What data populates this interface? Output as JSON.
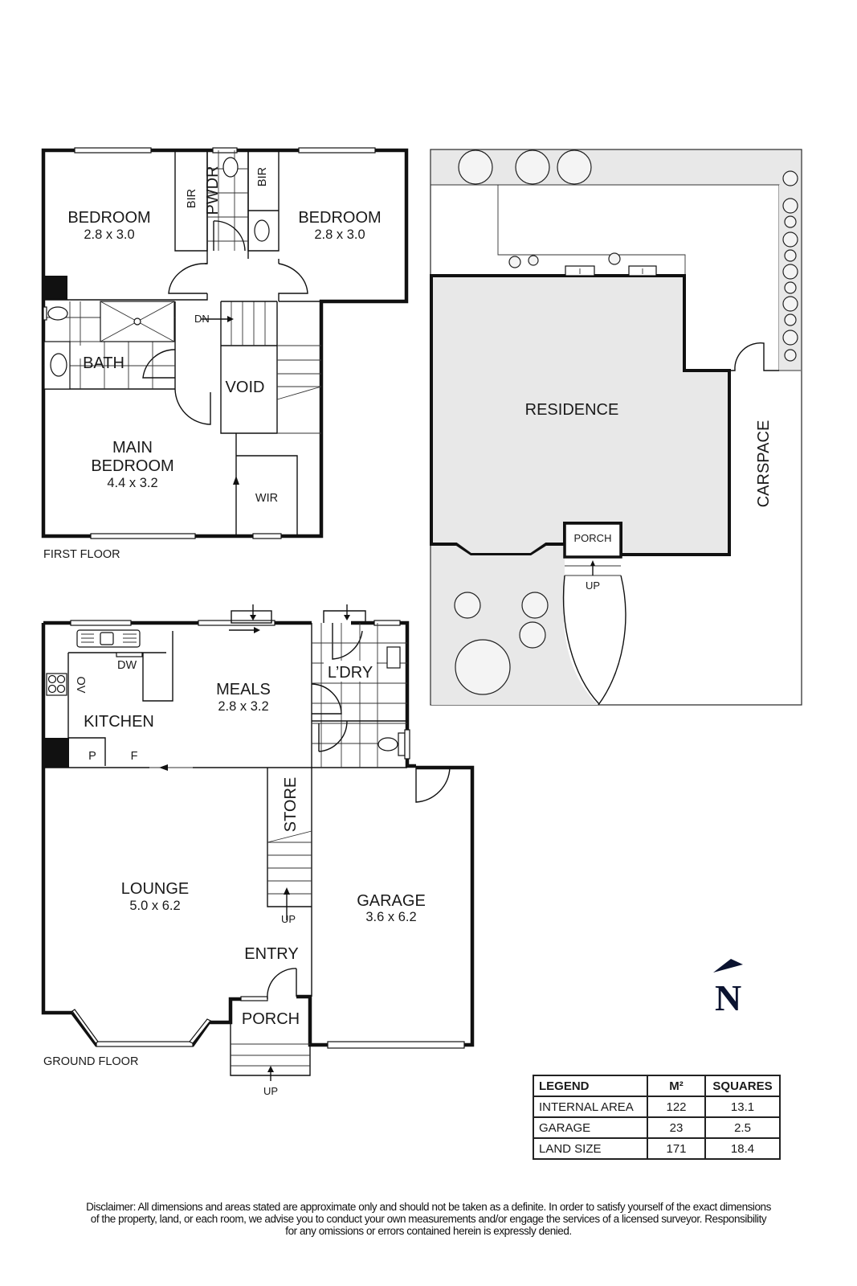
{
  "first_floor": {
    "label": "FIRST FLOOR",
    "rooms": {
      "bedroom_left": {
        "name": "BEDROOM",
        "dims": "2.8 x 3.0"
      },
      "bedroom_right": {
        "name": "BEDROOM",
        "dims": "2.8 x 3.0"
      },
      "bir_left": {
        "name": "BIR"
      },
      "bir_right": {
        "name": "BIR"
      },
      "powder": {
        "name": "PWDR"
      },
      "bath": {
        "name": "BATH"
      },
      "void": {
        "name": "VOID"
      },
      "main_bedroom": {
        "name_line1": "MAIN",
        "name_line2": "BEDROOM",
        "dims": "4.4 x 3.2"
      },
      "wir": {
        "name": "WIR"
      }
    },
    "stair_label": "DN"
  },
  "ground_floor": {
    "label": "GROUND FLOOR",
    "rooms": {
      "kitchen": {
        "name": "KITCHEN"
      },
      "meals": {
        "name": "MEALS",
        "dims": "2.8 x 3.2"
      },
      "laundry": {
        "name": "L’DRY"
      },
      "lounge": {
        "name": "LOUNGE",
        "dims": "5.0 x 6.2"
      },
      "garage": {
        "name": "GARAGE",
        "dims": "3.6 x 6.2"
      },
      "store": {
        "name": "STORE"
      },
      "entry": {
        "name": "ENTRY"
      },
      "porch": {
        "name": "PORCH"
      }
    },
    "fixtures": {
      "dishwasher": "DW",
      "oven": "OV",
      "pantry": "P",
      "fridge": "F"
    },
    "stair_label": "UP",
    "porch_step_label": "UP"
  },
  "site_plan": {
    "residence": "RESIDENCE",
    "carspace": "CARSPACE",
    "porch": "PORCH",
    "step_label": "UP"
  },
  "compass": {
    "letter": "N"
  },
  "legend": {
    "headers": [
      "LEGEND",
      "M²",
      "SQUARES"
    ],
    "rows": [
      {
        "label": "INTERNAL AREA",
        "m2": "122",
        "squares": "13.1"
      },
      {
        "label": "GARAGE",
        "m2": "23",
        "squares": "2.5"
      },
      {
        "label": "LAND SIZE",
        "m2": "171",
        "squares": "18.4"
      }
    ]
  },
  "disclaimer": {
    "line1": "Disclaimer: All dimensions and areas stated are approximate only and should not be taken as a definite. In order to satisfy yourself of the exact dimensions",
    "line2": "of the property, land, or each room, we advise you to conduct your own measurements and/or engage the services of a licensed surveyor. Responsibility",
    "line3": "for any omissions or errors contained herein is expressly denied."
  }
}
